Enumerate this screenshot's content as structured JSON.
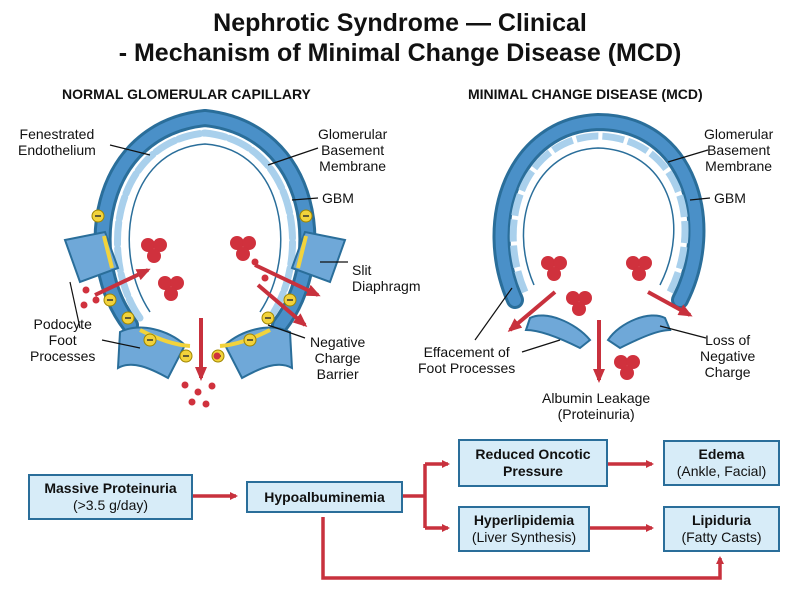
{
  "title": {
    "line1": "Nephrotic Syndrome — Clinical",
    "line2": "- Mechanism of Minimal Change Disease (MCD)"
  },
  "panels": {
    "normal": {
      "heading": "NORMAL GLOMERULAR CAPILLARY",
      "labels": {
        "fenestrated_1": "Fenestrated",
        "fenestrated_2": "Endothelium",
        "gbm_full_1": "Glomerular",
        "gbm_full_2": "Basement",
        "gbm_full_3": "Membrane",
        "gbm": "GBM",
        "slit_1": "Slit",
        "slit_2": "Diaphragm",
        "podocyte_1": "Podocyte",
        "podocyte_2": "Foot",
        "podocyte_3": "Processes",
        "charge_1": "Negative",
        "charge_2": "Charge",
        "charge_3": "Barrier"
      }
    },
    "mcd": {
      "heading": "MINIMAL CHANGE DISEASE (MCD)",
      "labels": {
        "gbm_full_1": "Glomerular",
        "gbm_full_2": "Basement",
        "gbm_full_3": "Membrane",
        "gbm": "GBM",
        "effacement_1": "Effacement of",
        "effacement_2": "Foot Processes",
        "loss_1": "Loss of",
        "loss_2": "Negative",
        "loss_3": "Charge",
        "albumin_1": "Albumin Leakage",
        "albumin_2": "(Proteinuria)"
      }
    }
  },
  "flowchart": {
    "proteinuria": {
      "title": "Massive Proteinuria",
      "sub": "(>3.5 g/day)"
    },
    "hypoalbuminemia": {
      "title": "Hypoalbuminemia"
    },
    "oncotic": {
      "title_1": "Reduced Oncotic",
      "title_2": "Pressure"
    },
    "edema": {
      "title": "Edema",
      "sub": "(Ankle, Facial)"
    },
    "hyperlipidemia": {
      "title": "Hyperlipidemia",
      "sub": "(Liver Synthesis)"
    },
    "lipiduria": {
      "title": "Lipiduria",
      "sub": "(Fatty Casts)"
    }
  },
  "colors": {
    "membrane": "#4a90c8",
    "membrane_dark": "#2a6e9a",
    "endothelium": "#a9d0ec",
    "albumin": "#d0313d",
    "arrow": "#c8313d",
    "charge": "#f2d33c",
    "box_fill": "#d7ecf8"
  },
  "icons": [
    "albumin-molecule-icon",
    "negative-charge-icon",
    "flow-arrow-icon"
  ]
}
